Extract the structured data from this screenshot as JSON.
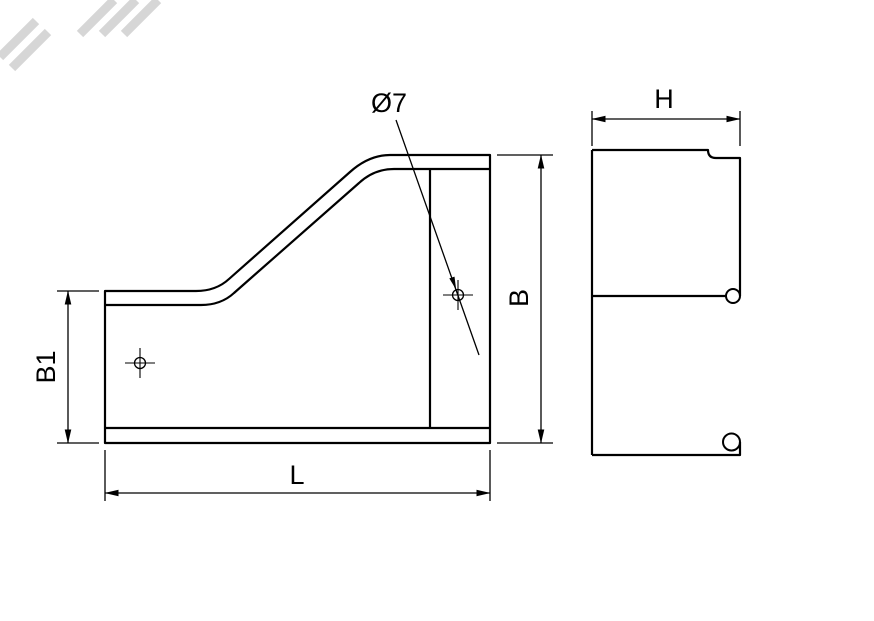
{
  "drawing": {
    "labels": {
      "hole_diameter": "Ø7",
      "width": "H",
      "height": "B",
      "base_height": "B1",
      "length": "L"
    },
    "colors": {
      "line": "#000000",
      "background": "#ffffff",
      "watermark": "#c6c6c6"
    }
  }
}
